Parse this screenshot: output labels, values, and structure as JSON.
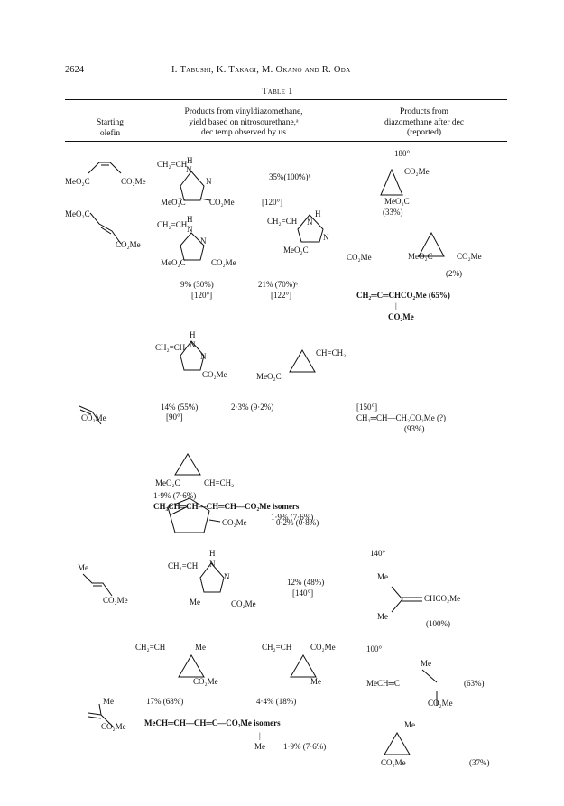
{
  "page": {
    "number": "2624",
    "authors": "I. Tabushi, K. Takagi, M. Okano and R. Oda",
    "table_title": "Table 1"
  },
  "columns": {
    "starting": [
      "Starting",
      "olefin"
    ],
    "vinyl": [
      "Products from vinyldiazomethane,",
      "yield based on nitrosourethane,ᵃ",
      "dec temp     observed by us"
    ],
    "diazo": [
      "Products from",
      "diazomethane after dec",
      "(reported)"
    ]
  },
  "text": {
    "t01": "180°",
    "t02": "CH₂=CH",
    "t03": "H",
    "t04": "N",
    "t05": "N",
    "t06": "35%(100%)ᵇ",
    "t07": "CO₂Me",
    "t08": "MeO₂C",
    "t09": "CO₂Me",
    "t10": "MeO₂C",
    "t11": "CO₂Me",
    "t12": "[120°]",
    "t13": "MeO₂C",
    "t14": "(33%)",
    "t15": "MeO₂C",
    "t16": "CH₂=CH",
    "t17": "H",
    "t18": "N",
    "t19": "N",
    "t20": "CH₂=CH",
    "t21": "H",
    "t22": "N",
    "t23": "N",
    "t24": "CO₂Me",
    "t25": "MeO₂C",
    "t26": "CO₂Me",
    "t27": "MeO₂C",
    "t28": "CO₂Me",
    "t29": "MeO₂C",
    "t30": "CO₂Me",
    "t31": "(2%)",
    "t32": "9% (30%)",
    "t33": "[120°]",
    "t34": "21% (70%)ᵇ",
    "t35": "[122°]",
    "t36": "CH₂═C═CHCO₂Me (65%)",
    "t37": "|",
    "t38": "CO₂Me",
    "t39": "CH₂=CH",
    "t40": "H",
    "t41": "N",
    "t42": "N",
    "t43": "CH=CH₂",
    "t44": "CO₂Me",
    "t45": "MeO₂C",
    "t46": "CO₂Me",
    "t47": "14% (55%)",
    "t48": "2·3% (9·2%)",
    "t49": "[150°]",
    "t50": "[90°]",
    "t51": "CH₂═CH—CH₂CO₂Me (?)",
    "t52": "(93%)",
    "t53": "MeO₂C",
    "t54": "CH=CH₂",
    "t55": "1·9% (7·6%)",
    "t56": "CH₃CH═CH—CH═CH—CO₂Me  isomers",
    "t57": "1·9% (7·6%)",
    "t58": "CO₂Me",
    "t59": "0·2% (0·8%)",
    "t60": "H",
    "t61": "140°",
    "t62": "Me",
    "t63": "CH₂=CH",
    "t64": "N",
    "t65": "N",
    "t66": "12% (48%)",
    "t67": "Me",
    "t68": "[140°]",
    "t69": "CO₂Me",
    "t70": "CHCO₂Me",
    "t71": "Me",
    "t72": "CO₂Me",
    "t73": "Me",
    "t74": "(100%)",
    "t75": "CH₂=CH",
    "t76": "Me",
    "t77": "CH₂=CH",
    "t78": "CO₂Me",
    "t79": "100°",
    "t80": "Me",
    "t81": "CO₂Me",
    "t82": "Me",
    "t83": "MeCH═C",
    "t84": "(63%)",
    "t85": "Me",
    "t86": "17% (68%)",
    "t87": "4·4% (18%)",
    "t88": "CO₂Me",
    "t89": "CO₂Me",
    "t90": "MeCH═CH—CH═C—CO₂Me  isomers",
    "t91": "Me",
    "t92": "|",
    "t93": "Me",
    "t94": "1·9% (7·6%)",
    "t95": "CO₂Me",
    "t96": "(37%)"
  }
}
